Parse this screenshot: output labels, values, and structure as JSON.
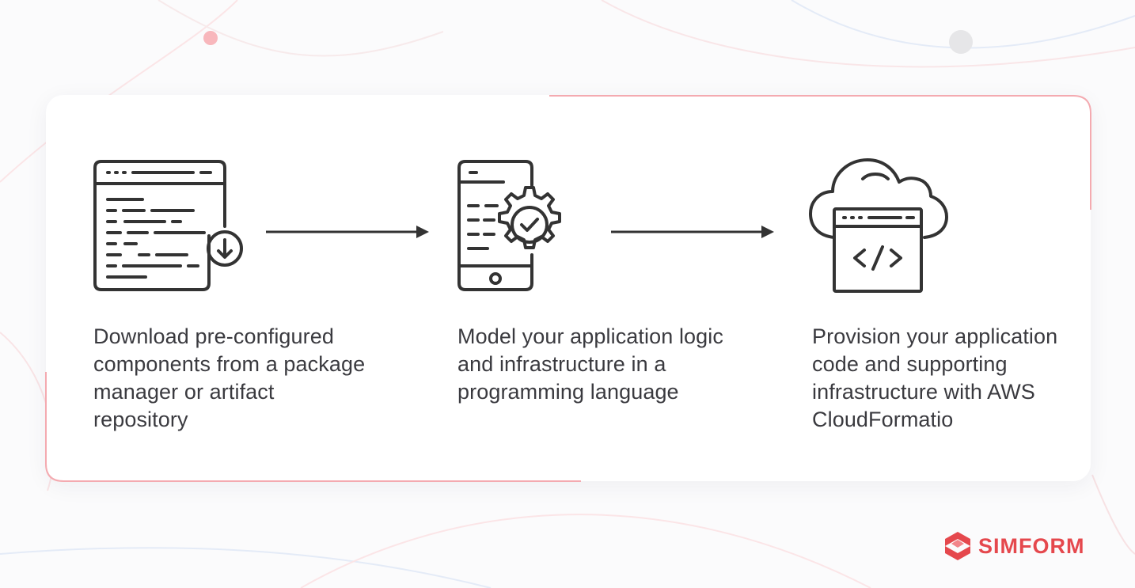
{
  "steps": [
    {
      "text": "Download pre-configured components from a package manager or artifact repository",
      "icon": "code-window-download-icon"
    },
    {
      "text": "Model your application logic and infrastructure in a programming language",
      "icon": "phone-settings-gear-icon"
    },
    {
      "text": "Provision your application code and supporting infrastructure with AWS CloudFormatio",
      "icon": "cloud-code-window-icon"
    }
  ],
  "brand": {
    "name": "SIMFORM",
    "color": "#e5484d"
  },
  "colors": {
    "icon_stroke": "#333333",
    "accent_pink": "#f4aab0",
    "text": "#3a3a3f"
  }
}
